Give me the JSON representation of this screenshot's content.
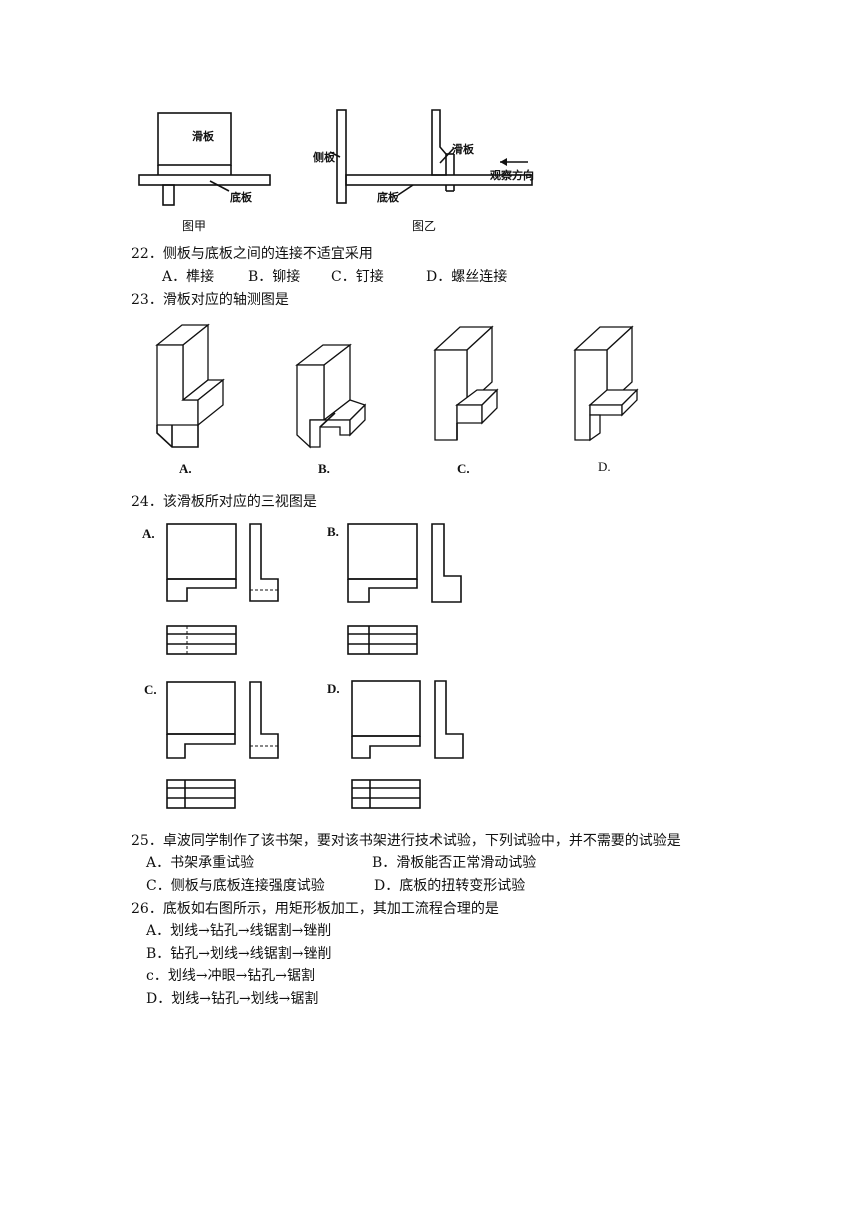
{
  "figures": {
    "jia": {
      "caption": "图甲",
      "label_slider": "滑板",
      "label_base": "底板"
    },
    "yi": {
      "caption": "图乙",
      "label_side": "侧板",
      "label_slider": "滑板",
      "label_base": "底板",
      "label_view": "观察方向"
    }
  },
  "q22": {
    "stem": "22．侧板与底板之间的连接不适宜采用",
    "options": [
      "A．榫接",
      "B．铆接",
      "C．钉接",
      "D．螺丝连接"
    ]
  },
  "q23": {
    "stem": "23．滑板对应的轴测图是",
    "labels": [
      "A.",
      "B.",
      "C.",
      "D."
    ]
  },
  "q24": {
    "stem": "24．该滑板所对应的三视图是",
    "labels": [
      "A.",
      "B.",
      "C.",
      "D."
    ]
  },
  "q25": {
    "stem": "25．卓波同学制作了该书架，要对该书架进行技术试验，下列试验中，并不需要的试验是",
    "options": [
      "A．书架承重试验",
      "B．滑板能否正常滑动试验",
      "C．侧板与底板连接强度试验",
      "D．底板的扭转变形试验"
    ]
  },
  "q26": {
    "stem": "26．底板如右图所示，用矩形板加工，其加工流程合理的是",
    "options": [
      "A．划线→钻孔→线锯割→锉削",
      "B．钻孔→划线→线锯割→锉削",
      "c．划线→冲眼→钻孔→锯割",
      "D．划线→钻孔→划线→锯割"
    ]
  }
}
